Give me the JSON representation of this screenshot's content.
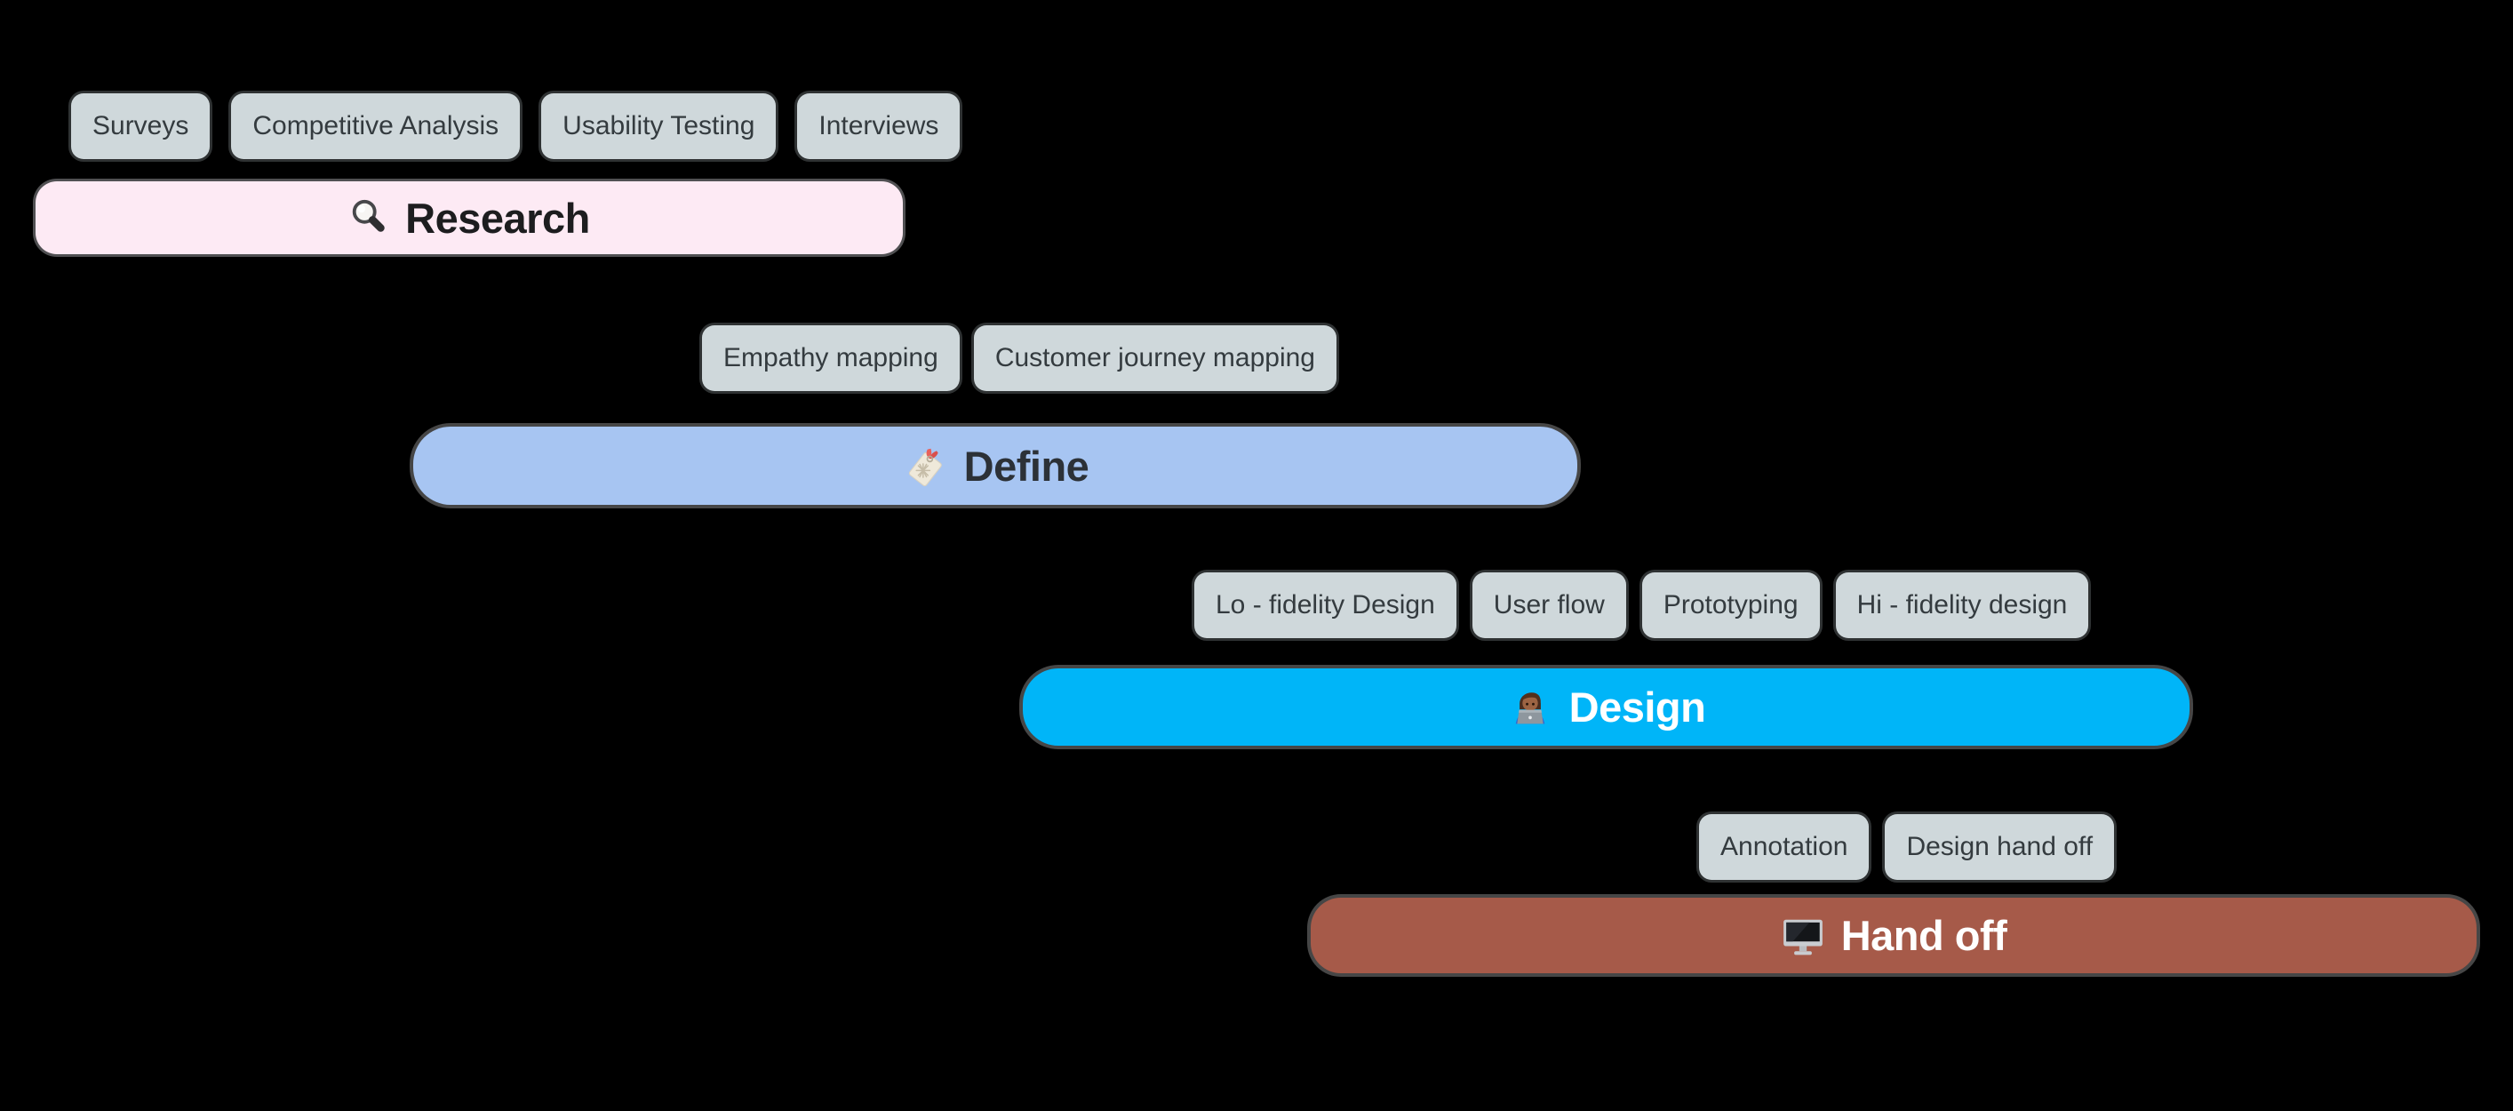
{
  "diagram": {
    "background_color": "#000000",
    "tag_style": {
      "background": "#cfd8db",
      "text_color": "#343b3f"
    },
    "phases": [
      {
        "name": "Research",
        "icon": "magnifier-icon",
        "bar_color": "#fdeaf4",
        "label_color": "#1d1d1f",
        "tags": [
          "Surveys",
          "Competitive Analysis",
          "Usability Testing",
          "Interviews"
        ]
      },
      {
        "name": "Define",
        "icon": "bookmark-icon",
        "bar_color": "#a7c5f2",
        "label_color": "#2c3137",
        "tags": [
          "Empathy mapping",
          "Customer journey mapping"
        ]
      },
      {
        "name": "Design",
        "icon": "technologist-icon",
        "bar_color": "#00b5f8",
        "label_color": "#ffffff",
        "tags": [
          "Lo - fidelity Design",
          "User flow",
          "Prototyping",
          "Hi - fidelity design"
        ]
      },
      {
        "name": "Hand off",
        "icon": "monitor-icon",
        "bar_color": "#a65a49",
        "label_color": "#ffffff",
        "tags": [
          "Annotation",
          "Design hand off"
        ]
      }
    ]
  }
}
